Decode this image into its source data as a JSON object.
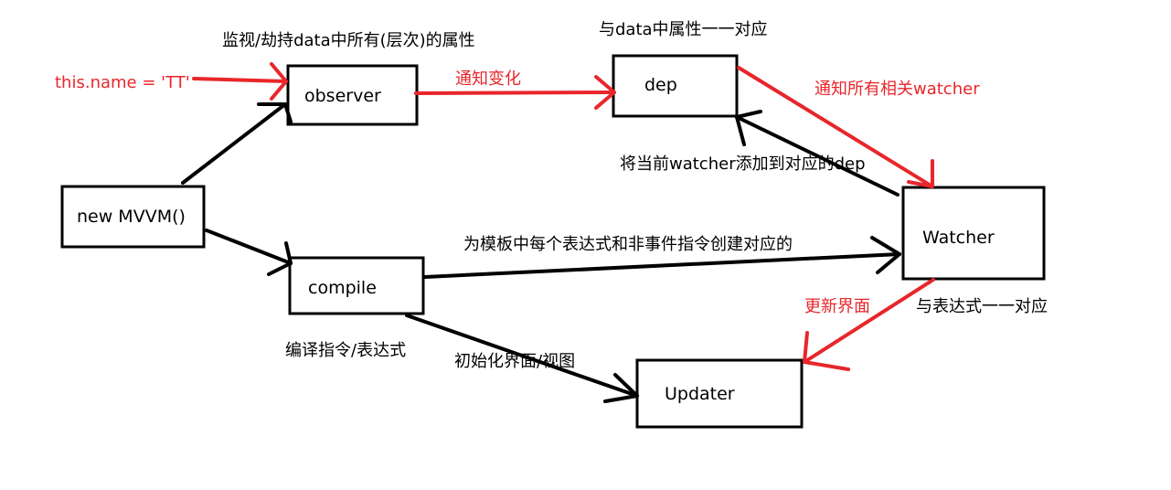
{
  "colors": {
    "black": "#000000",
    "red": "#e8262b",
    "background": "#ffffff"
  },
  "nodes": {
    "observer": "observer",
    "dep": "dep",
    "new_mvvm": "new MVVM()",
    "watcher": "Watcher",
    "compile": "compile",
    "updater": "Updater"
  },
  "labels": {
    "observer_desc": "监视/劫持data中所有(层次)的属性",
    "dep_desc": "与data中属性一一对应",
    "this_name": "this.name  =  'TT'",
    "notify_change": "通知变化",
    "notify_watchers": "通知所有相关watcher",
    "add_watcher_dep": "将当前watcher添加到对应的dep",
    "create_watcher": "为模板中每个表达式和非事件指令创建对应的",
    "compile_desc": "编译指令/表达式",
    "init_view": "初始化界面/视图",
    "update_view": "更新界面",
    "watcher_desc": "与表达式一一对应"
  }
}
